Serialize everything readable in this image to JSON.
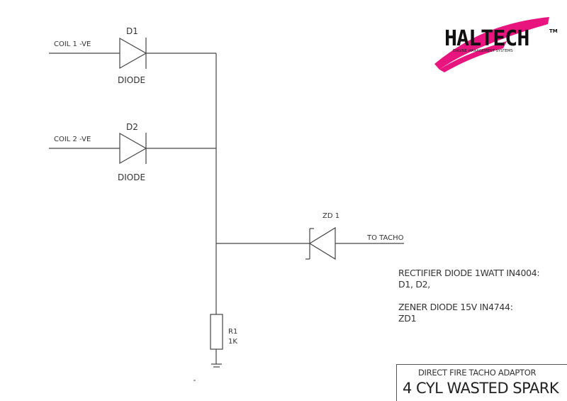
{
  "schematic": {
    "title": "DIRECT FIRE TACHO ADAPTOR",
    "subtitle": "4 CYL WASTED SPARK",
    "inputs": [
      {
        "label": "COIL 1 -VE"
      },
      {
        "label": "COIL 2 -VE"
      }
    ],
    "components": {
      "d1": {
        "ref": "D1",
        "type": "DIODE"
      },
      "d2": {
        "ref": "D2",
        "type": "DIODE"
      },
      "zd1": {
        "ref": "ZD 1"
      },
      "r1": {
        "ref": "R1",
        "value": "1K"
      }
    },
    "output": {
      "label": "TO TACHO"
    },
    "notes": [
      "RECTIFIER DIODE 1WATT IN4004:",
      "D1, D2,",
      "",
      "ZENER DIODE 15V IN4744:",
      "ZD1"
    ]
  },
  "logo": {
    "brand": "HALTECH",
    "trademark": "TM",
    "tagline": "ENGINE MANAGEMENT SYSTEMS",
    "accent_color": "#E8157F"
  }
}
